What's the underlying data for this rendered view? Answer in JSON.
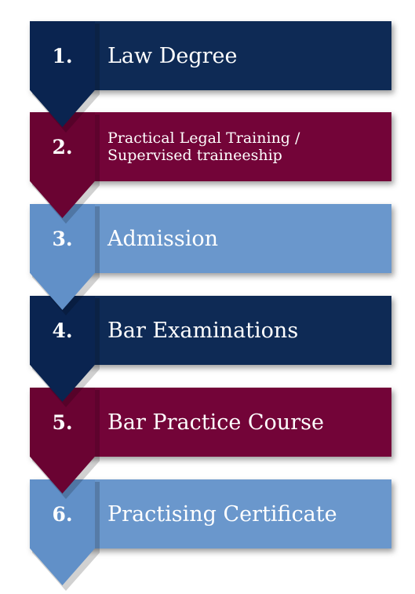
{
  "colors": {
    "navy": "#0e2a55",
    "navy_tab": "#0a2450",
    "maroon": "#730438",
    "maroon_tab": "#6a0332",
    "light_blue": "#6a97cc",
    "light_blue_tab": "#6190c8"
  },
  "steps": [
    {
      "number": "1.",
      "label": "Law Degree",
      "color": "navy"
    },
    {
      "number": "2.",
      "label_line1": "Practical Legal Training /",
      "label_line2": "Supervised traineeship",
      "color": "maroon"
    },
    {
      "number": "3.",
      "label": "Admission",
      "color": "light_blue"
    },
    {
      "number": "4.",
      "label": "Bar Examinations",
      "color": "navy"
    },
    {
      "number": "5.",
      "label": "Bar Practice Course",
      "color": "maroon"
    },
    {
      "number": "6.",
      "label": "Practising Certificate",
      "color": "light_blue"
    }
  ]
}
